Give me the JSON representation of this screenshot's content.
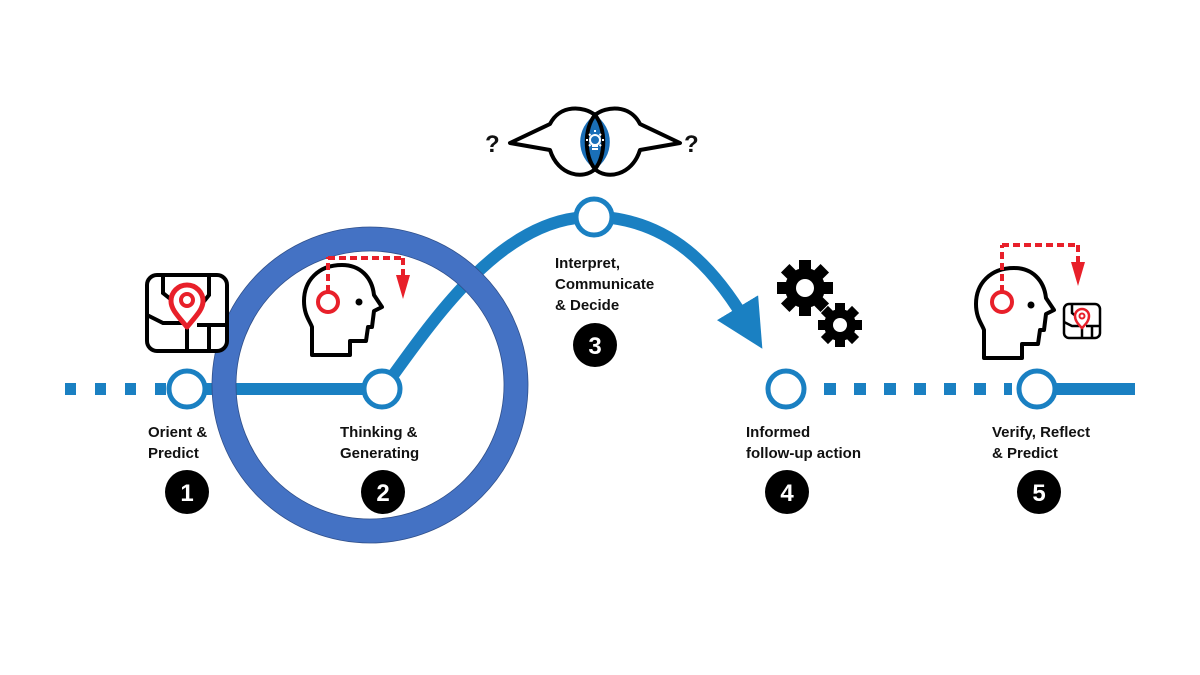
{
  "diagram": {
    "title": "",
    "colors": {
      "track": "#1a80c2",
      "loop_ring": "#4472c4",
      "accent_red": "#e8202a",
      "icon_black": "#000000",
      "badge_fill": "#000000",
      "bulb_lens": "#1a6fb8"
    },
    "steps": [
      {
        "number": "1",
        "label_lines": [
          "Orient &",
          "Predict"
        ],
        "icon": "map-pin-icon"
      },
      {
        "number": "2",
        "label_lines": [
          "Thinking &",
          "Generating"
        ],
        "icon": "head-thinking-icon"
      },
      {
        "number": "3",
        "label_lines": [
          "Interpret,",
          "Communicate",
          "& Decide"
        ],
        "icon": "venn-lightbulb-icon"
      },
      {
        "number": "4",
        "label_lines": [
          "Informed",
          "follow-up action"
        ],
        "icon": "gears-icon"
      },
      {
        "number": "5",
        "label_lines": [
          "Verify, Reflect",
          "&  Predict"
        ],
        "icon": "head-map-icon"
      }
    ],
    "question_marks": [
      "?",
      "?"
    ]
  }
}
